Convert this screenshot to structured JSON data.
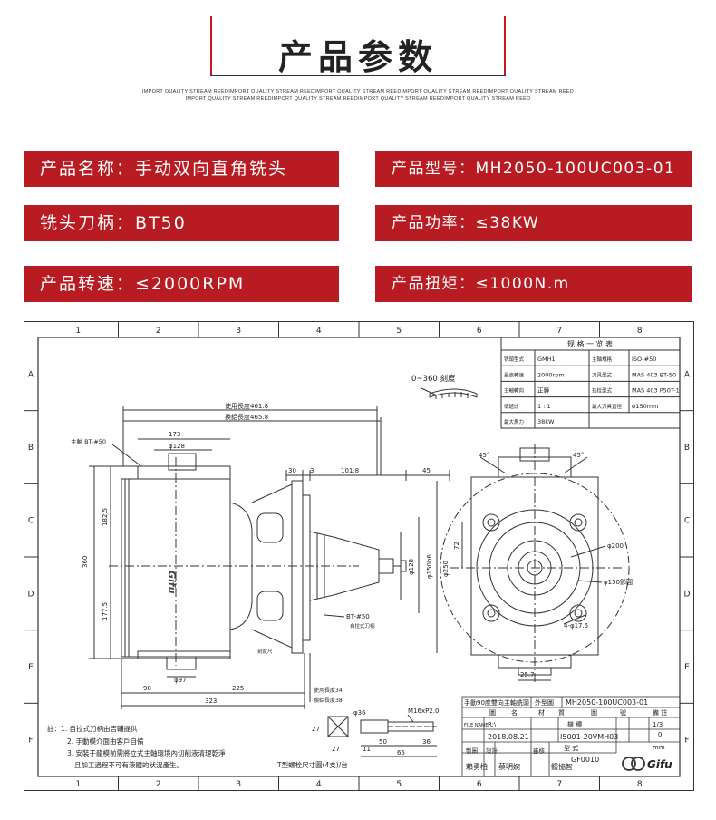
{
  "header": {
    "title": "产品参数",
    "ticker_line1": "IMPORT QUALITY STREAM REEDIMPORT QUALITY STREAM REEDIMPORT QUALITY STREAM REEDIMPORT QUALITY STREAM REEDIMPORT QUALITY STREAM REED",
    "ticker_line2": "IMPORT QUALITY STREAM REEDIMPORT QUALITY STREAM REEDIMPORT QUALITY STREAM REEDIMPORT QUALITY STREAM REED"
  },
  "params": {
    "name": "产品名称：手动双向直角铣头",
    "model": "产品型号：MH2050-100UC003-01",
    "holder": "铣头刀柄：BT50",
    "power": "产品功率：≤38KW",
    "speed": "产品转速：≤2000RPM",
    "torque": "产品扭矩：≤1000N.m"
  },
  "colors": {
    "accent": "#b81c22",
    "line": "#333333"
  },
  "drawing": {
    "grid_cols": [
      "1",
      "2",
      "3",
      "4",
      "5",
      "6",
      "7",
      "8"
    ],
    "grid_rows": [
      "A",
      "B",
      "C",
      "D",
      "E",
      "F"
    ],
    "spec_table": {
      "title": "规 格 一 览 表",
      "rows": [
        [
          "铣頭型式",
          "GMH1",
          "主軸規格",
          "ISO-#50"
        ],
        [
          "最高轉速",
          "2000rpm",
          "刀具型式",
          "MAS 403 BT-50"
        ],
        [
          "主軸轉向",
          "正轉",
          "拉栓型式",
          "MAS 403 P50T-1"
        ],
        [
          "傳遞比",
          "1 : 1",
          "最大刀具直徑",
          "φ150mm"
        ],
        [
          "最大馬力",
          "38kW",
          "",
          ""
        ]
      ]
    },
    "dims": {
      "d4618": "使用長度461.8",
      "d4658": "換鋁長度465.8",
      "d173": "173",
      "d128": "φ128",
      "spindle": "主軸 BT-#50",
      "d30": "30",
      "d3": "3",
      "d1018": "101.8",
      "d45": "45",
      "d1825": "182.5",
      "d360": "360",
      "d1775": "177.5",
      "d97": "φ97",
      "d98": "98",
      "d225": "225",
      "d323": "323",
      "d34": "使用長度34",
      "d38": "換鋁長度38",
      "d128v": "φ128",
      "d150h": "φ150h6",
      "d250": "φ250",
      "bt50": "BT-#50",
      "auto_pull": "自拉式刀柄",
      "rotate": "0~360 刻度",
      "d45a": "45°",
      "d45b": "45°",
      "d200": "φ200",
      "d150pcd": "φ150節圓",
      "d72": "72",
      "hole": "4-φ17.5",
      "d257": "25.7",
      "d36": "φ36",
      "m16": "M16xP2.0",
      "d27": "27",
      "d27b": "27",
      "d11": "11",
      "d50": "50",
      "d65": "65",
      "d36b": "36",
      "stop": "刻度尺",
      "bolt_note": "T型螺栓尺寸圖(4支)/台"
    },
    "notes": [
      "註：1. 自拉式刀柄由吉輔提供",
      "2. 手動模介面由客戶自備",
      "3. 安裝于龍模前需將立式主軸環境內切削液清理乾淨",
      "且加工過程不可有液體的狀況產生。"
    ],
    "title_block": {
      "product": "手動90度雙向主軸銑頭",
      "view": "外型圖",
      "drawing_no": "MH2050-100UC003-01",
      "row2": [
        "圖",
        "名",
        "材",
        "質",
        "圖",
        "號",
        "備 註"
      ],
      "file_no_label": "FILE NAME",
      "file_no": "R:\\",
      "scale_label": "機 種",
      "scale_val": "I5001-20VMH03",
      "date": "2018.08.21",
      "pc_label": "型 式",
      "pc": "GF0010",
      "sheet": "1/3",
      "rev": "0",
      "unit": "mm",
      "drawn": "賴勇柏",
      "design": "蔡明婉",
      "approve": "鍾協智",
      "lbl_draw": "製圖",
      "lbl_design": "設計",
      "lbl_check": "審核",
      "logo": "Gifu"
    }
  }
}
